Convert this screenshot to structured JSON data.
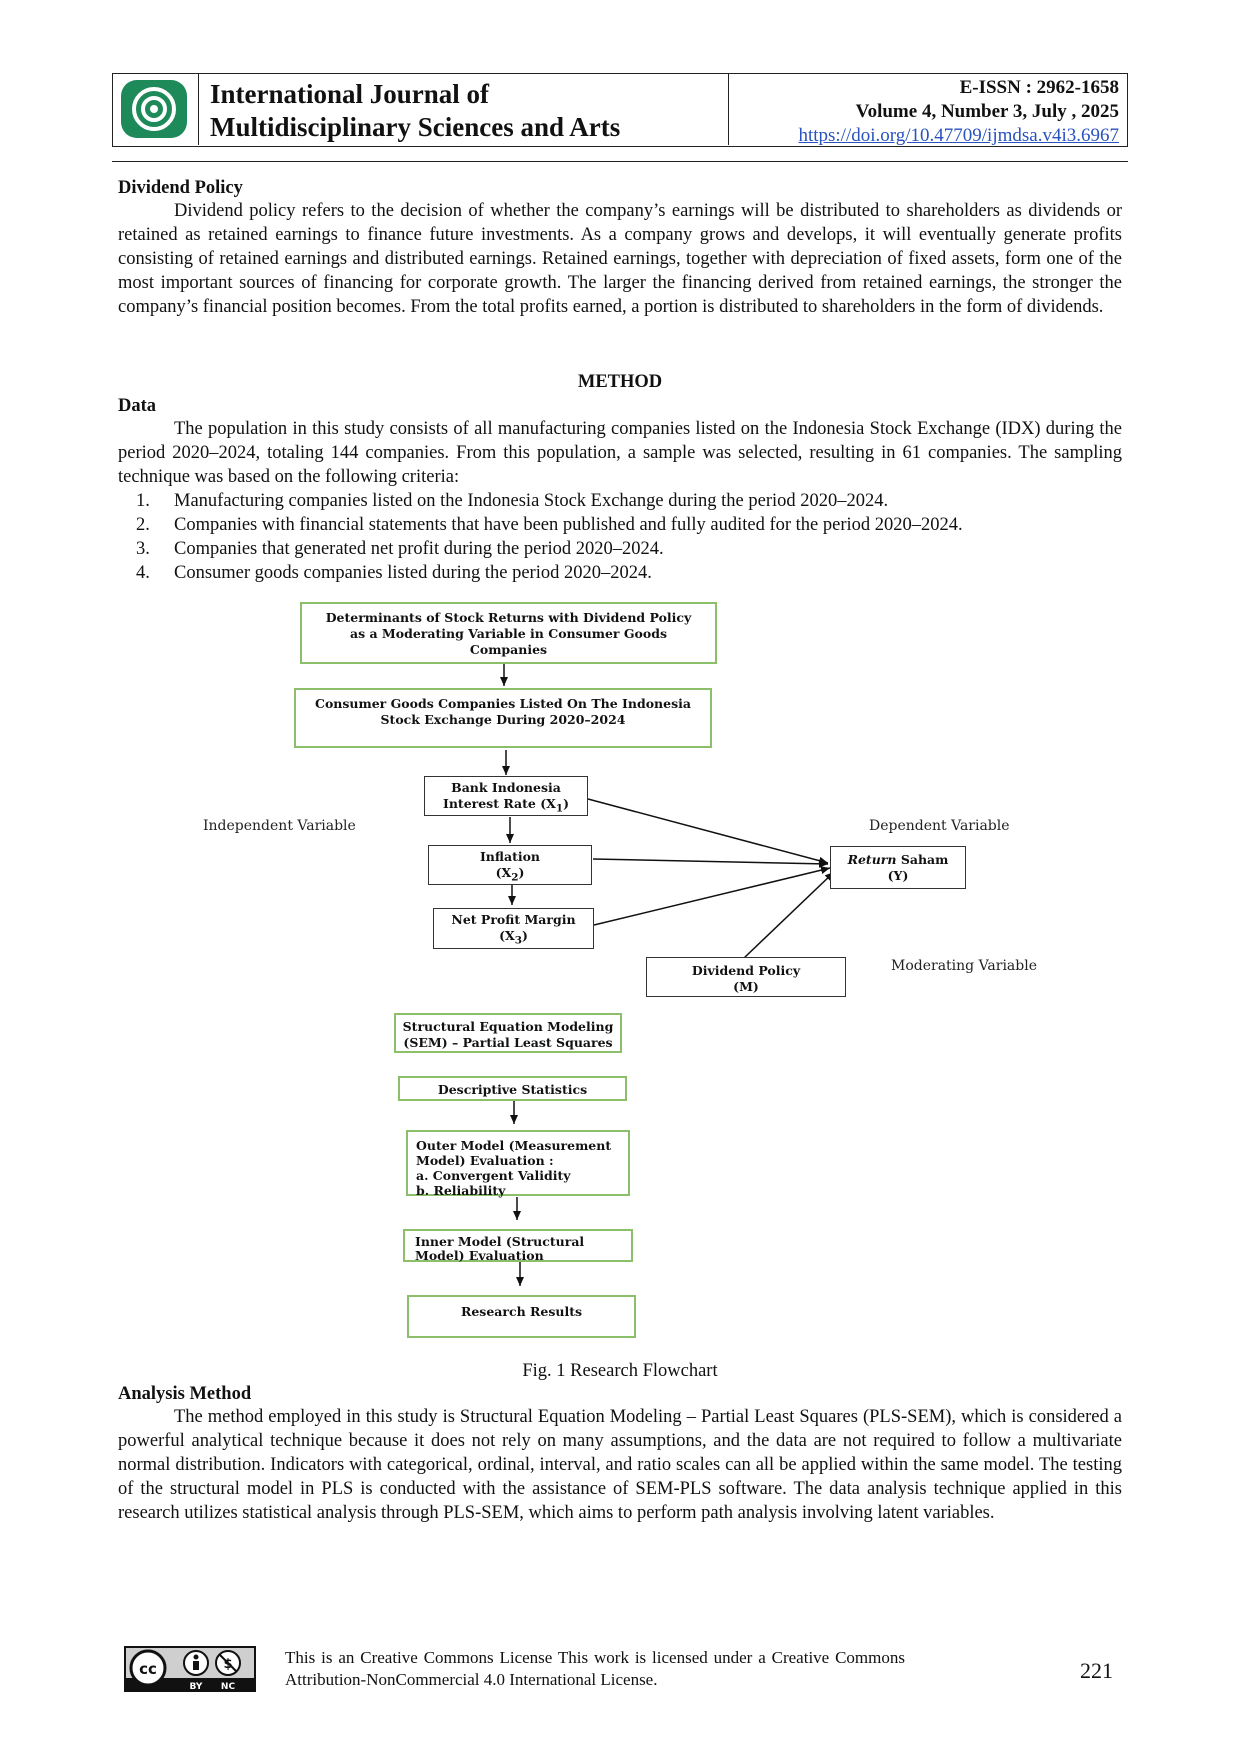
{
  "header": {
    "journal_title_line1": "International Journal of",
    "journal_title_line2": "Multidisciplinary Sciences and Arts",
    "issn": "E-ISSN : 2962-1658",
    "volume": "Volume 4, Number 3, July , 2025",
    "doi": "https://doi.org/10.47709/ijmdsa.v4i3.6967",
    "logo_icon": "journal-logo-icon",
    "accent_color": "#1e8a5a"
  },
  "dividend_policy": {
    "heading": "Dividend Policy",
    "paragraph": "Dividend policy refers to the decision of whether the company’s earnings will be distributed to shareholders as dividends or retained as retained earnings to finance future investments. As a company grows and develops, it will eventually generate profits consisting of retained earnings and distributed earnings. Retained earnings, together with depreciation of fixed assets, form one of the most important sources of financing for corporate growth. The larger the financing derived from retained earnings, the stronger the company’s financial position becomes. From the total profits earned, a portion is distributed to shareholders in the form of dividends."
  },
  "method": {
    "heading": "METHOD",
    "data_heading": "Data",
    "data_paragraph": "The population in this study consists of all manufacturing companies listed on the Indonesia Stock Exchange (IDX) during the period 2020–2024, totaling 144 companies. From this population, a sample was selected, resulting in 61 companies. The sampling technique was based on the following criteria:",
    "criteria": [
      {
        "num": "1.",
        "text": "Manufacturing companies listed on the Indonesia Stock Exchange during the period 2020–2024."
      },
      {
        "num": "2.",
        "text": "Companies with financial statements that have been published and fully audited for the period 2020–2024."
      },
      {
        "num": "3.",
        "text": "Companies that generated net profit during the period 2020–2024."
      },
      {
        "num": "4.",
        "text": "Consumer goods companies listed during the period 2020–2024."
      }
    ]
  },
  "flowchart": {
    "title_box": "Determinants of Stock Returns with Dividend Policy as a Moderating Variable in Consumer Goods Companies",
    "population_box": "Consumer Goods Companies Listed On The Indonesia Stock Exchange During 2020–2024",
    "x1_line1": "Bank Indonesia",
    "x1_line2": "Interest Rate (X",
    "x1_sub": "1",
    "x2_line1": "Inflation",
    "x2_line2": "(X",
    "x2_sub": "2",
    "x3_line1": "Net Profit Margin",
    "x3_line2": "(X",
    "x3_sub": "3",
    "y_italic": "Return",
    "y_rest": " Saham",
    "y_line2": "(Y)",
    "m_line1": "Dividend Policy",
    "m_line2": "(M)",
    "label_independent": "Independent Variable",
    "label_dependent": "Dependent Variable",
    "label_moderating": "Moderating Variable",
    "sem_box": "Structural Equation Modeling (SEM) – Partial Least Squares",
    "descriptive_box": "Descriptive Statistics",
    "outer_line1": "Outer Model (Measurement",
    "outer_line2": "Model) Evaluation :",
    "outer_a": "a.  Convergent Validity",
    "outer_b": "b.  Reliability",
    "inner_box": "Inner Model (Structural Model) Evaluation",
    "results_box": "Research Results",
    "caption": "Fig. 1 Research Flowchart"
  },
  "analysis": {
    "heading": "Analysis Method",
    "paragraph": "The method employed in this study is Structural Equation Modeling – Partial Least Squares (PLS-SEM), which is considered a powerful analytical technique because it does not rely on many assumptions, and the data are not required to follow a multivariate normal distribution. Indicators with categorical, ordinal, interval, and ratio scales can all be applied within the same model. The testing of the structural model in PLS is conducted with the assistance of SEM-PLS software. The data analysis technique applied in this research utilizes statistical analysis through PLS-SEM, which aims to perform path analysis involving latent variables."
  },
  "footer": {
    "license_text": "This is an Creative Commons License This work is licensed under a Creative Commons Attribution-NonCommercial 4.0 International License.",
    "badge_by": "BY",
    "badge_nc": "NC",
    "badge_icon": "cc-by-nc-icon",
    "page_number": "221"
  }
}
